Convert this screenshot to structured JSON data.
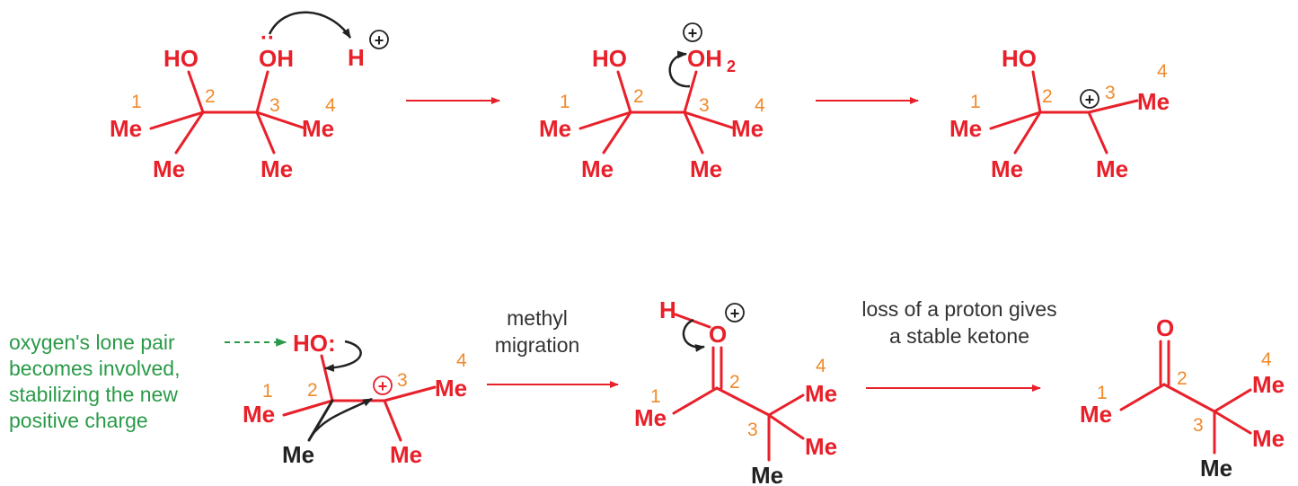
{
  "colors": {
    "structure": "#e8202a",
    "locant": "#f08a2a",
    "mechanism": "#222222",
    "note": "#2a9a48",
    "arrow_head_note": "#2a9a48",
    "text": "#333333"
  },
  "labels": {
    "me": "Me",
    "ho": "HO",
    "oh": "OH",
    "oh2": "OH",
    "oh2_sub": "2",
    "o": "O",
    "h": "H",
    "ho_colon": "HO:",
    "plus": "+",
    "lone_pair_dots": "··",
    "n1": "1",
    "n2": "2",
    "n3": "3",
    "n4": "4"
  },
  "annotations": {
    "green_note_line1": "oxygen's lone pair",
    "green_note_line2": "becomes involved,",
    "green_note_line3": "stabilizing the new",
    "green_note_line4": "positive charge",
    "step_methyl_line1": "methyl",
    "step_methyl_line2": "migration",
    "step_proton_line1": "loss of a proton gives",
    "step_proton_line2": "a stable ketone"
  },
  "icons": {
    "curly_arrow": "curly-arrow-icon",
    "reaction_arrow": "reaction-arrow-icon",
    "positive_charge": "plus-circle-icon"
  }
}
